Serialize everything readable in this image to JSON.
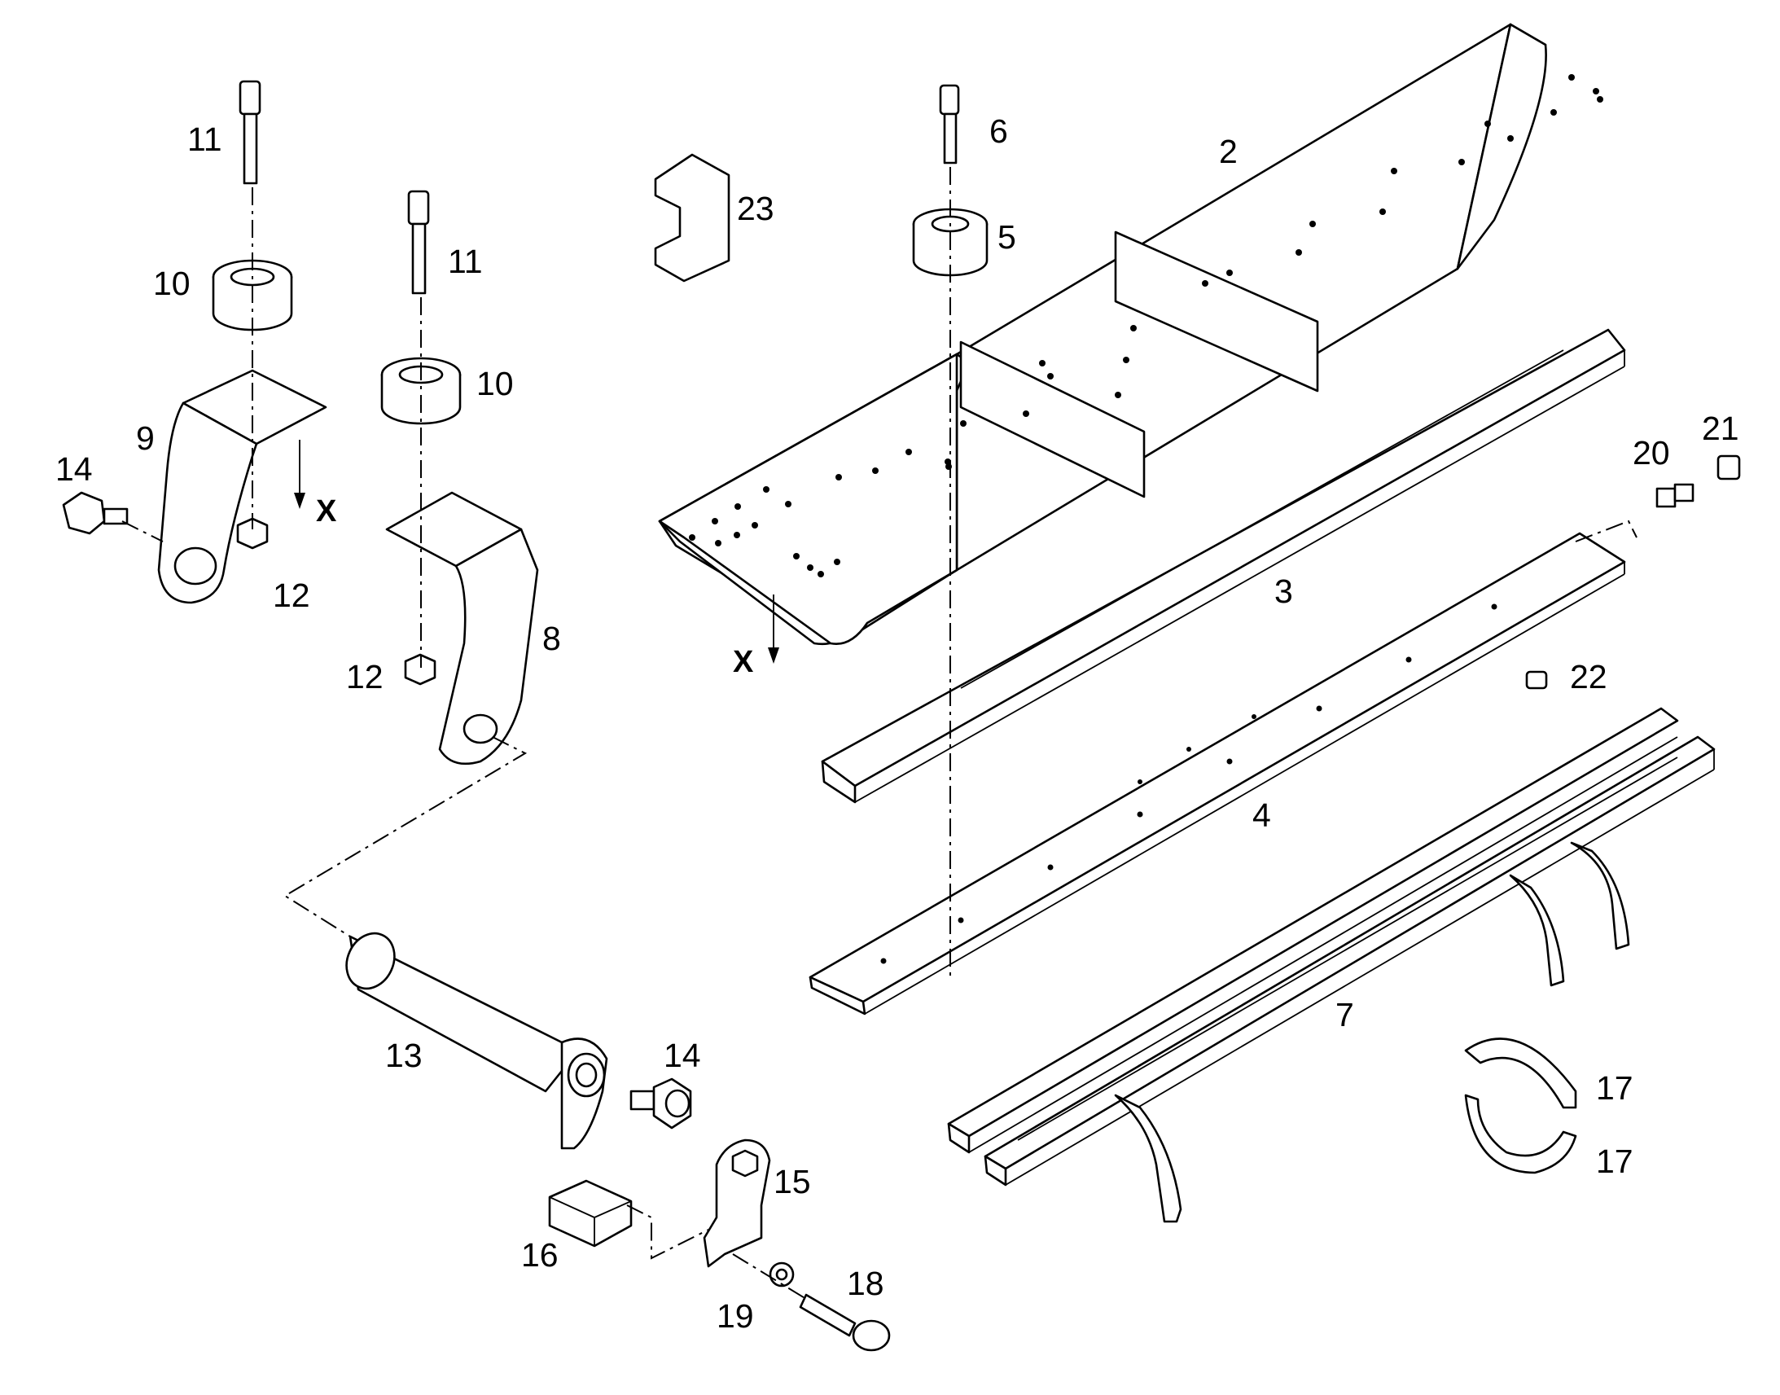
{
  "diagram": {
    "labels": {
      "l2": "2",
      "l3": "3",
      "l4": "4",
      "l5": "5",
      "l6": "6",
      "l7": "7",
      "l8": "8",
      "l9": "9",
      "l10a": "10",
      "l10b": "10",
      "l11a": "11",
      "l11b": "11",
      "l12a": "12",
      "l12b": "12",
      "l13": "13",
      "l14a": "14",
      "l14b": "14",
      "l15": "15",
      "l16": "16",
      "l17a": "17",
      "l17b": "17",
      "l18": "18",
      "l19": "19",
      "l20": "20",
      "l21": "21",
      "l22": "22",
      "l23": "23",
      "x1": "X",
      "x2": "X"
    }
  }
}
